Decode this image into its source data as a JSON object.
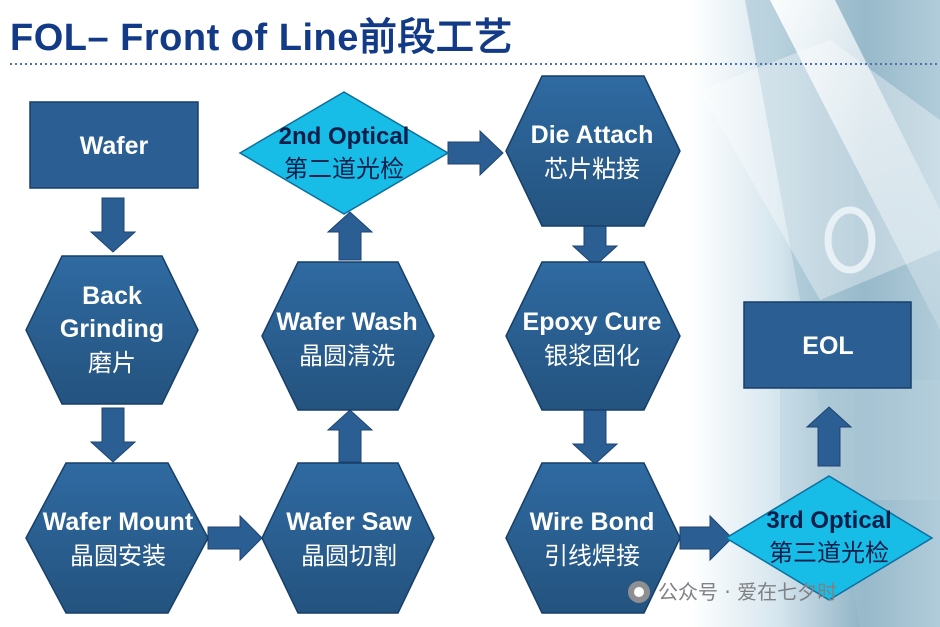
{
  "title": {
    "en": "FOL– Front of Line",
    "cn": "前段工艺"
  },
  "nodes": {
    "wafer": {
      "en": "Wafer"
    },
    "back_grinding": {
      "en1": "Back",
      "en2": "Grinding",
      "cn": "磨片"
    },
    "wafer_mount": {
      "en": "Wafer Mount",
      "cn": "晶圆安装"
    },
    "wafer_saw": {
      "en": "Wafer Saw",
      "cn": "晶圆切割"
    },
    "wafer_wash": {
      "en": "Wafer Wash",
      "cn": "晶圆清洗"
    },
    "optical2": {
      "en": "2nd Optical",
      "cn": "第二道光检"
    },
    "die_attach": {
      "en": "Die Attach",
      "cn": "芯片粘接"
    },
    "epoxy_cure": {
      "en": "Epoxy Cure",
      "cn": "银浆固化"
    },
    "wire_bond": {
      "en": "Wire Bond",
      "cn": "引线焊接"
    },
    "optical3": {
      "en": "3rd Optical",
      "cn": "第三道光检"
    },
    "eol": {
      "en": "EOL"
    }
  },
  "watermark": {
    "text": "公众号 · 爱在七夕时"
  },
  "colors": {
    "title": "#123a86",
    "node_fill": "#2b5f93",
    "node_stroke": "#173f69",
    "diamond_fill": "#17bde6",
    "diamond_stroke": "#0e6f9f",
    "arrow_fill": "#2b5f93",
    "dotted_rule": "#4f73a8"
  }
}
